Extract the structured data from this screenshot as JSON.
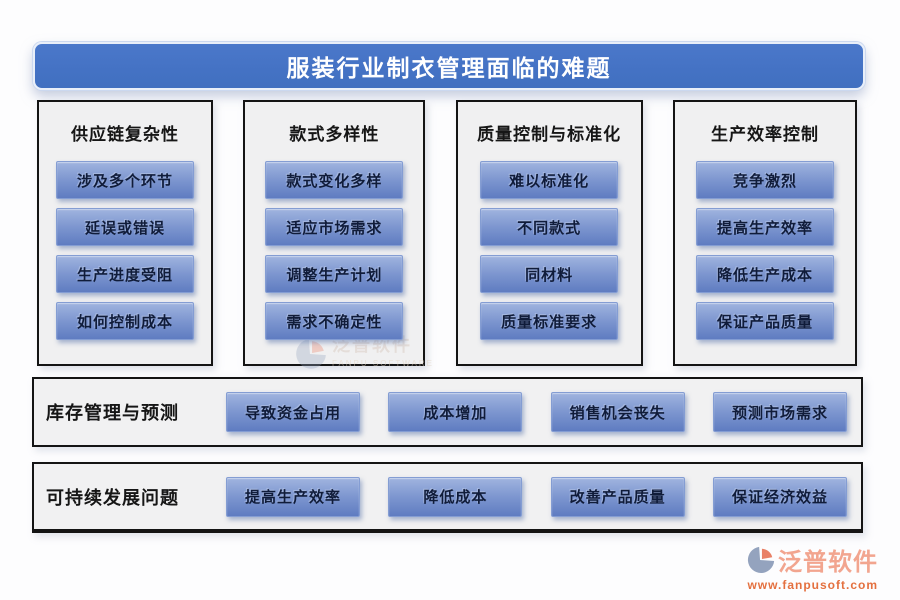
{
  "title": "服装行业制衣管理面临的难题",
  "columns": [
    {
      "header": "供应链复杂性",
      "items": [
        "涉及多个环节",
        "延误或错误",
        "生产进度受阻",
        "如何控制成本"
      ]
    },
    {
      "header": "款式多样性",
      "items": [
        "款式变化多样",
        "适应市场需求",
        "调整生产计划",
        "需求不确定性"
      ]
    },
    {
      "header": "质量控制与标准化",
      "items": [
        "难以标准化",
        "不同款式",
        "同材料",
        "质量标准要求"
      ]
    },
    {
      "header": "生产效率控制",
      "items": [
        "竞争激烈",
        "提高生产效率",
        "降低生产成本",
        "保证产品质量"
      ]
    }
  ],
  "rows": [
    {
      "label": "库存管理与预测",
      "items": [
        "导致资金占用",
        "成本增加",
        "销售机会丧失",
        "预测市场需求"
      ]
    },
    {
      "label": "可持续发展问题",
      "items": [
        "提高生产效率",
        "降低成本",
        "改善产品质量",
        "保证经济效益"
      ]
    }
  ],
  "watermark": {
    "name": "泛普软件",
    "name_en": "FANPU SOFTWARE"
  },
  "branding": {
    "logo_text": "泛普软件",
    "website": "www.fanpusoft.com"
  },
  "colors": {
    "banner_blue": "#4472C4",
    "button_gradient_top": "#A0B4DF",
    "button_gradient_bottom": "#5F7CC1",
    "button_text": "#101C3A",
    "panel_background": "#F0F0F1",
    "panel_border": "#141414",
    "logo_salmon": "#F2A58F",
    "logo_orange": "#E4703F",
    "logo_slate": "#94A3BE"
  }
}
